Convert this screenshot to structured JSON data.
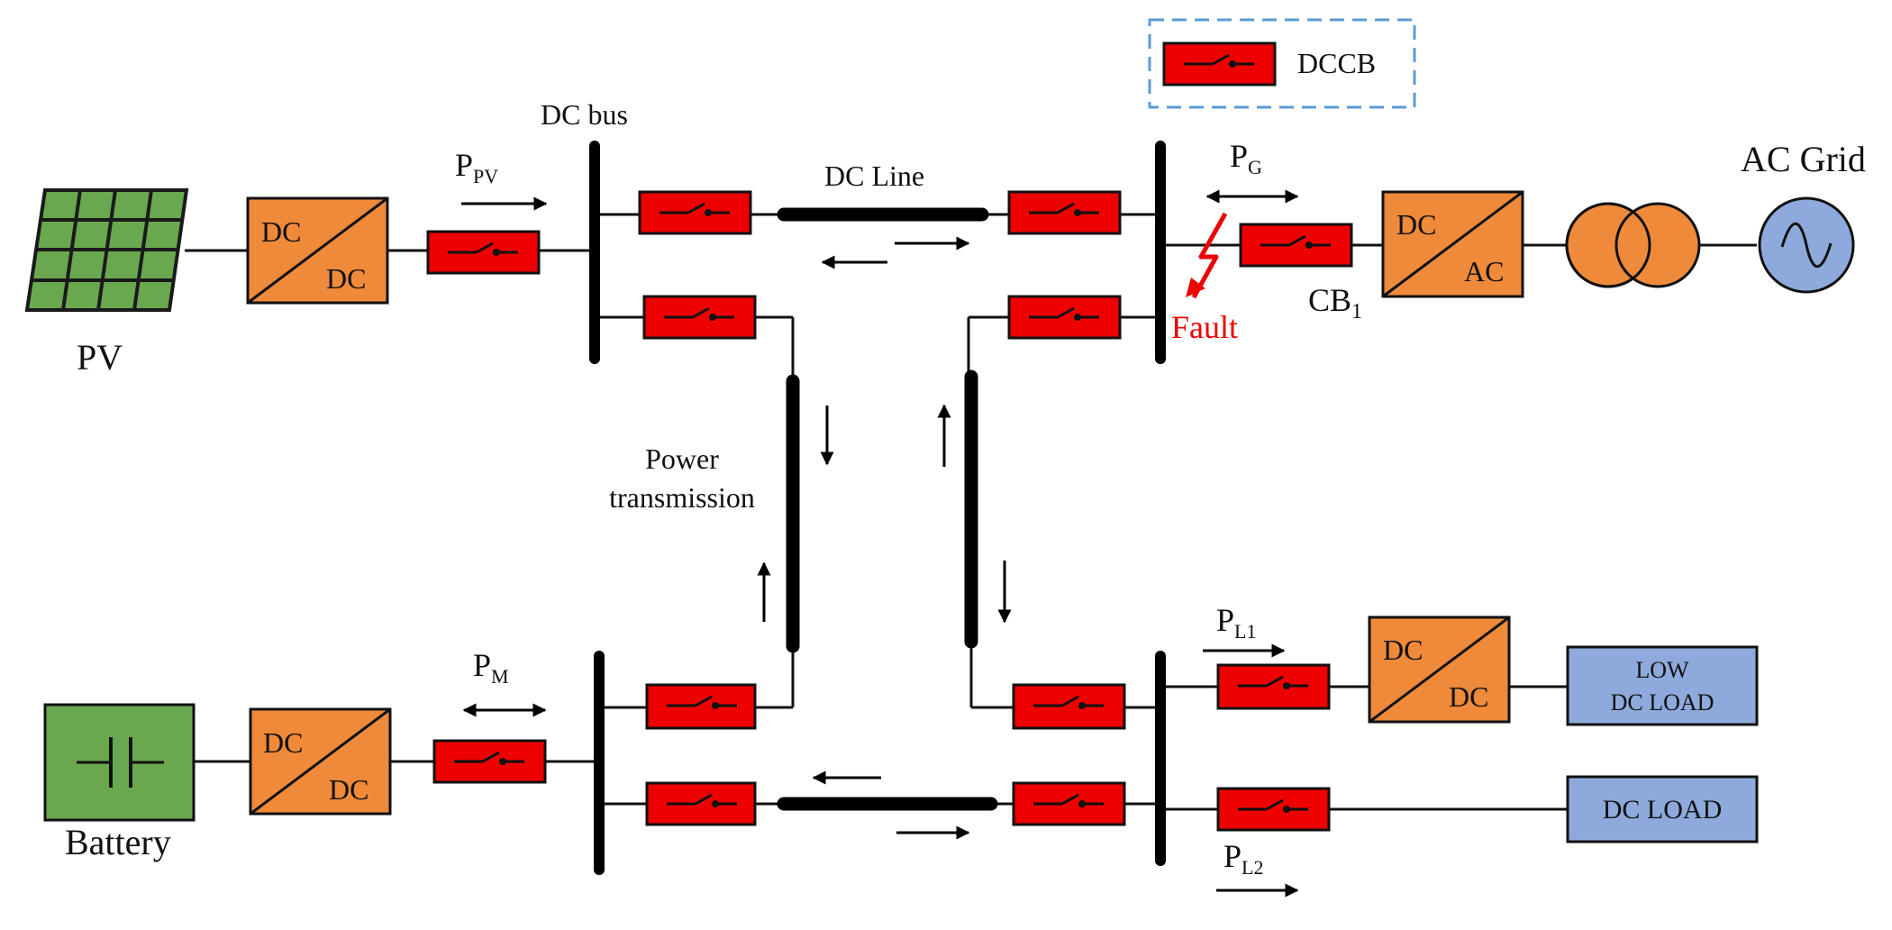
{
  "labels": {
    "dc_bus": "DC bus",
    "dc_line": "DC Line",
    "power_transmission_1": "Power",
    "power_transmission_2": "transmission",
    "pv": "PV",
    "battery": "Battery",
    "ac_grid": "AC Grid",
    "fault": "Fault",
    "legend_dccb": "DCCB",
    "cb1": "CB",
    "cb1_sub": "1",
    "p_pv": "P",
    "p_pv_sub": "PV",
    "p_g": "P",
    "p_g_sub": "G",
    "p_m": "P",
    "p_m_sub": "M",
    "p_l1": "P",
    "p_l1_sub": "L1",
    "p_l2": "P",
    "p_l2_sub": "L2",
    "low_dc_load_1": "LOW",
    "low_dc_load_2": "DC LOAD",
    "dc_load": "DC LOAD"
  },
  "converters": {
    "pv_conv": {
      "top": "DC",
      "bottom": "DC"
    },
    "bat_conv": {
      "top": "DC",
      "bottom": "DC"
    },
    "grid_conv": {
      "top": "DC",
      "bottom": "AC"
    },
    "load_conv": {
      "top": "DC",
      "bottom": "DC"
    }
  },
  "colors": {
    "breaker": "#ee0000",
    "converter": "#ef8a3a",
    "pv_panel": "#6aa84f",
    "battery": "#6aa84f",
    "load": "#8eaadc",
    "ac_source": "#8eaadc",
    "transformer": "#ef8a3a",
    "fault": "#ee0000",
    "legend_border": "#5b9bd5"
  }
}
